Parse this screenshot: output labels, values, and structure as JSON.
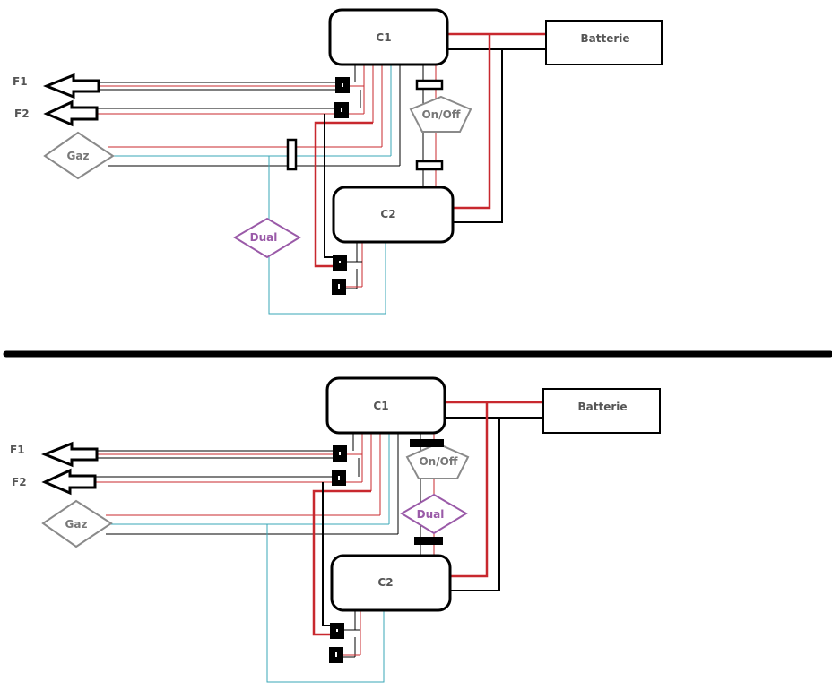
{
  "diagrams": [
    {
      "c1": "C1",
      "c2": "C2",
      "battery": "Batterie",
      "f1": "F1",
      "f2": "F2",
      "gas": "Gaz",
      "onoff": "On/Off",
      "dual": "Dual"
    },
    {
      "c1": "C1",
      "c2": "C2",
      "battery": "Batterie",
      "f1": "F1",
      "f2": "F2",
      "gas": "Gaz",
      "onoff": "On/Off",
      "dual": "Dual"
    }
  ],
  "colors": {
    "red": "#c8282e",
    "black": "#000000",
    "cyan": "#3aa7b7",
    "purple": "#9a5aa8",
    "gray": "#8a8a8a"
  }
}
